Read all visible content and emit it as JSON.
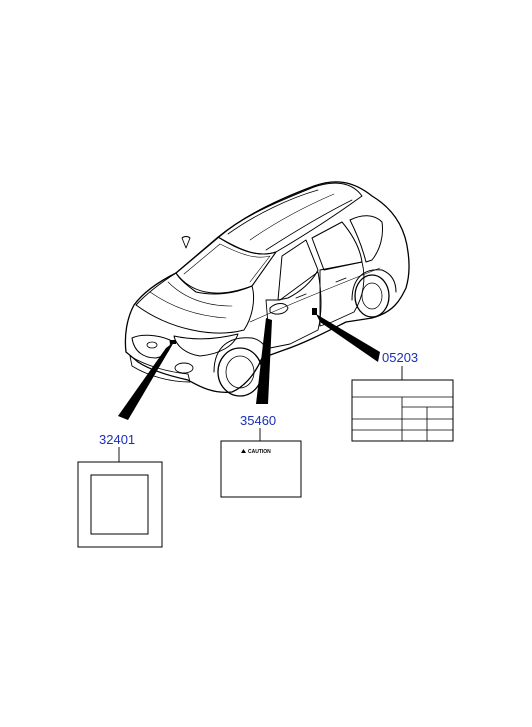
{
  "callouts": {
    "label_32401": "32401",
    "label_35460": "35460",
    "label_05203": "05203"
  },
  "caution_label": {
    "text": "CAUTION"
  },
  "colors": {
    "part_number": "#1a2fb8",
    "line": "#000000",
    "background": "#ffffff"
  }
}
